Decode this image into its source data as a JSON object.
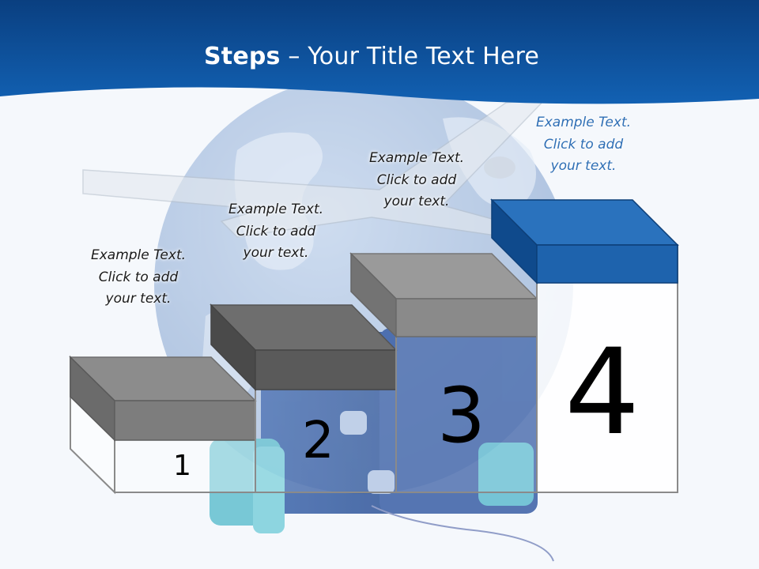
{
  "slide": {
    "title_bold": "Steps",
    "title_rest": " – Your Title Text Here"
  },
  "steps": [
    {
      "number": "1",
      "caption": [
        "Example Text.",
        "Click  to add",
        "your text."
      ]
    },
    {
      "number": "2",
      "caption": [
        "Example Text.",
        "Click  to add",
        "your text."
      ]
    },
    {
      "number": "3",
      "caption": [
        "Example Text.",
        "Click  to add",
        "your text."
      ]
    },
    {
      "number": "4",
      "caption": [
        "Example Text.",
        "Click  to add",
        "your text."
      ]
    }
  ],
  "colors": {
    "banner": "#0d4d95",
    "step_gray": "#7d7d7d",
    "step_dark": "#5a5a5a",
    "step_blue": "#1e63ad",
    "caption_blue": "#2f6fb5"
  },
  "icons": [
    "globe-image",
    "airplane-image",
    "suitcase-image"
  ]
}
